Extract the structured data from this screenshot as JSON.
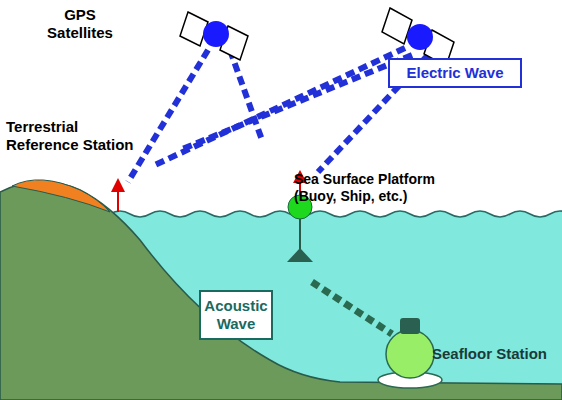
{
  "diagram": {
    "nodes": [
      {
        "text": [
          "Electric Wave"
        ]
      },
      {
        "text": [
          "Acoustic Wave"
        ]
      }
    ],
    "labels": [
      "GPS Satellites",
      "Terrestrial Reference Station",
      "Sea Surface Platform (Buoy, Ship, etc.)",
      "Seafloor Station"
    ]
  }
}
